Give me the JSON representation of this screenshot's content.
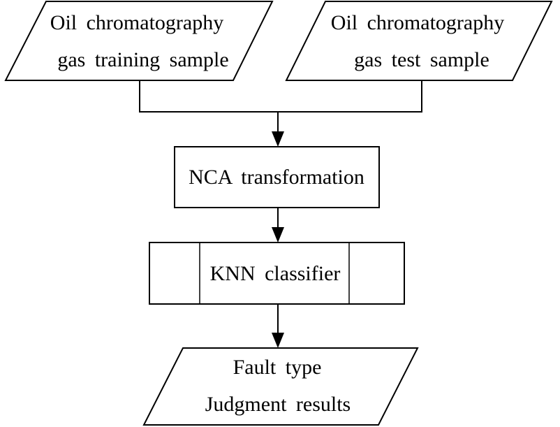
{
  "nodes": {
    "training_sample": {
      "line1": "Oil chromatography",
      "line2": "gas training sample"
    },
    "test_sample": {
      "line1": "Oil chromatography",
      "line2": "gas test sample"
    },
    "nca": {
      "label": "NCA transformation"
    },
    "knn": {
      "label": "KNN classifier"
    },
    "result": {
      "line1": "Fault type",
      "line2": "Judgment results"
    }
  }
}
